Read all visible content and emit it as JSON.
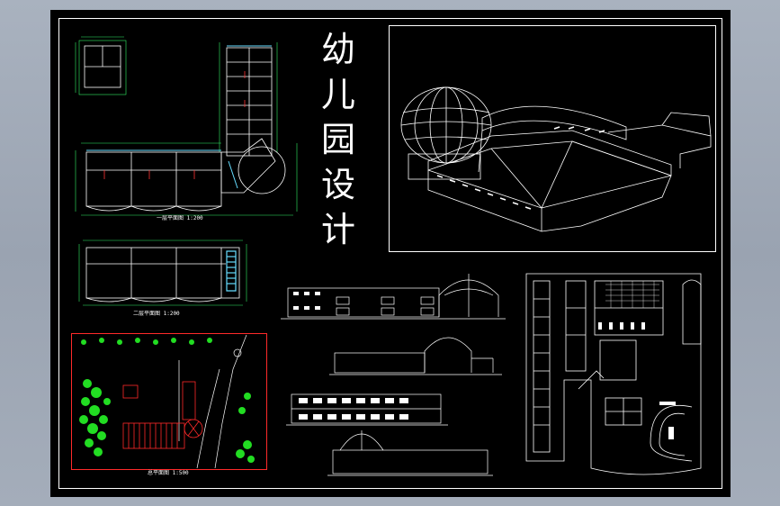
{
  "title": {
    "chars": [
      "幼",
      "儿",
      "园",
      "设",
      "计"
    ]
  },
  "captions": {
    "floor1": "一层平面图 1:200",
    "floor2": "二层平面图 1:200",
    "site": "总平面图 1:500"
  },
  "colors": {
    "background": "#000000",
    "lines": "#ffffff",
    "site_plan": "#ff2a2a",
    "trees": "#22dd22",
    "dimensions": "#33ee66",
    "walls": "#66ddff"
  },
  "drawings": [
    "floor-plan-1f",
    "floor-plan-2f",
    "site-plan",
    "perspective-view",
    "elevations",
    "detail-plan"
  ]
}
